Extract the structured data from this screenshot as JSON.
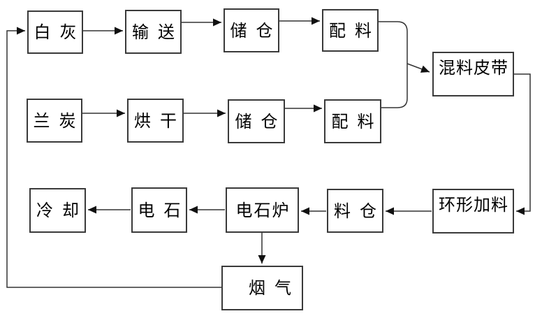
{
  "diagram": {
    "background_color": "#ffffff",
    "line_color": "#333333",
    "border_color": "#3a3a3a",
    "text_color": "#000000",
    "nodes": {
      "baihui": {
        "label": "白灰"
      },
      "shusong": {
        "label": "输送"
      },
      "chucang_top": {
        "label": "储仓"
      },
      "peiliao_top": {
        "label": "配料"
      },
      "lantan": {
        "label": "兰炭"
      },
      "honggan": {
        "label": "烘干"
      },
      "chucang_bottom": {
        "label": "储仓"
      },
      "peiliao_bottom": {
        "label": "配料"
      },
      "hunliao_pidai": {
        "label": "混料皮带"
      },
      "huanxing_jialiao": {
        "label": "环形加料"
      },
      "liaocang": {
        "label": "料仓"
      },
      "dianshilu": {
        "label": "电石炉"
      },
      "dianshi": {
        "label": "电石"
      },
      "lengque": {
        "label": "冷却"
      },
      "yanqi": {
        "label": "烟气"
      }
    },
    "edges": [
      {
        "from": "yanqi",
        "to": "baihui"
      },
      {
        "from": "baihui",
        "to": "shusong"
      },
      {
        "from": "shusong",
        "to": "chucang_top"
      },
      {
        "from": "chucang_top",
        "to": "peiliao_top"
      },
      {
        "from": "lantan",
        "to": "honggan"
      },
      {
        "from": "honggan",
        "to": "chucang_bottom"
      },
      {
        "from": "chucang_bottom",
        "to": "peiliao_bottom"
      },
      {
        "from": "peiliao_top",
        "to": "hunliao_pidai"
      },
      {
        "from": "peiliao_bottom",
        "to": "hunliao_pidai"
      },
      {
        "from": "hunliao_pidai",
        "to": "huanxing_jialiao"
      },
      {
        "from": "huanxing_jialiao",
        "to": "liaocang"
      },
      {
        "from": "liaocang",
        "to": "dianshilu"
      },
      {
        "from": "dianshilu",
        "to": "dianshi"
      },
      {
        "from": "dianshi",
        "to": "lengque"
      },
      {
        "from": "dianshilu",
        "to": "yanqi"
      }
    ]
  }
}
